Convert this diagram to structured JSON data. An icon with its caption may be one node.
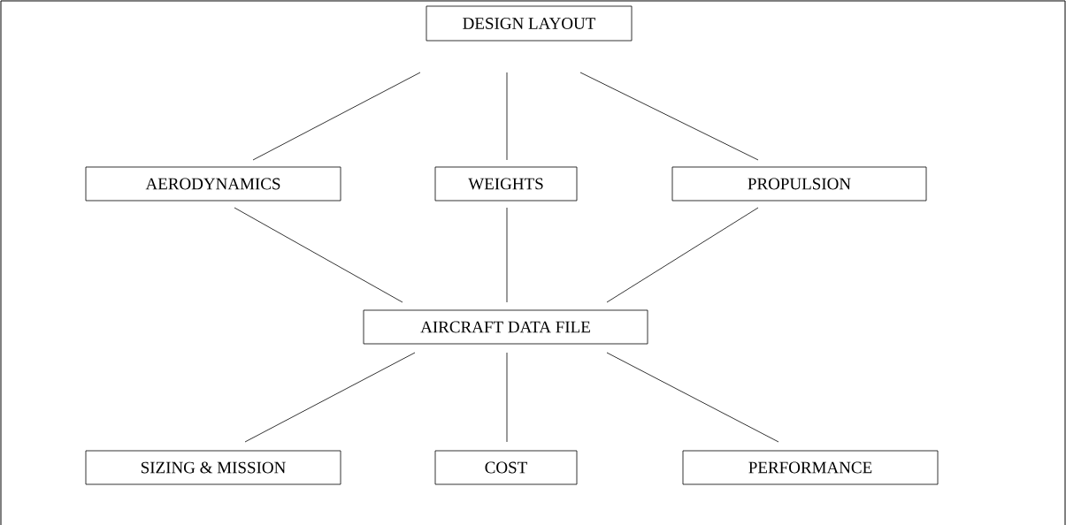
{
  "diagram": {
    "nodes": [
      {
        "text": [
          "DESIGN LAYOUT"
        ]
      },
      {
        "text": [
          "AERODYNAMICS"
        ]
      },
      {
        "text": [
          "WEIGHTS"
        ]
      },
      {
        "text": [
          "PROPULSION"
        ]
      },
      {
        "text": [
          "AIRCRAFT DATA FILE"
        ]
      },
      {
        "text": [
          "SIZING & MISSION"
        ]
      },
      {
        "text": [
          "COST"
        ]
      },
      {
        "text": [
          "PERFORMANCE"
        ]
      }
    ],
    "edges": [
      {
        "from": 0,
        "to": 1,
        "arrow": "none"
      },
      {
        "from": 0,
        "to": 2,
        "arrow": "none"
      },
      {
        "from": 0,
        "to": 3,
        "arrow": "none"
      },
      {
        "from": 1,
        "to": 4,
        "arrow": "none"
      },
      {
        "from": 2,
        "to": 4,
        "arrow": "none"
      },
      {
        "from": 3,
        "to": 4,
        "arrow": "none"
      },
      {
        "from": 4,
        "to": 5,
        "arrow": "none"
      },
      {
        "from": 4,
        "to": 6,
        "arrow": "none"
      },
      {
        "from": 4,
        "to": 7,
        "arrow": "none"
      }
    ]
  }
}
